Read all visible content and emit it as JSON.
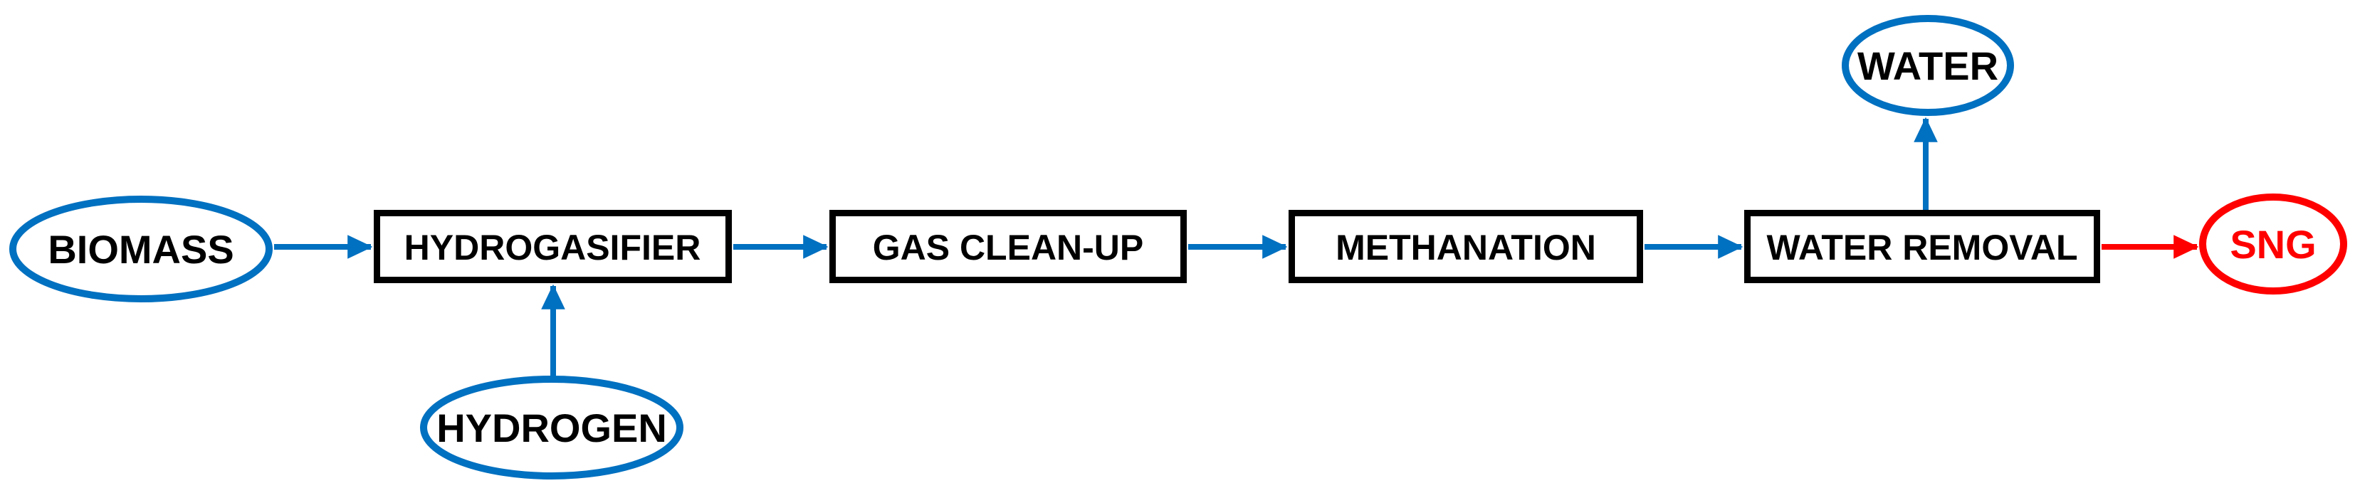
{
  "colors": {
    "flow_blue": "#0070C0",
    "product_red": "#FF0000",
    "node_outline": "#000000",
    "label_text": "#000000",
    "background": "#FFFFFF"
  },
  "diagram": {
    "type": "process-flow",
    "description": "Biomass hydrogasification to synthetic natural gas process flow",
    "nodes": [
      {
        "id": "biomass",
        "label": "BIOMASS",
        "shape": "ellipse",
        "outline_color": "#0070C0",
        "text_color": "#000000",
        "role": "input-stream"
      },
      {
        "id": "hydrogasifier",
        "label": "HYDROGASIFIER",
        "shape": "rectangle",
        "outline_color": "#000000",
        "text_color": "#000000",
        "role": "process-unit"
      },
      {
        "id": "gas_clean_up",
        "label": "GAS CLEAN-UP",
        "shape": "rectangle",
        "outline_color": "#000000",
        "text_color": "#000000",
        "role": "process-unit"
      },
      {
        "id": "methanation",
        "label": "METHANATION",
        "shape": "rectangle",
        "outline_color": "#000000",
        "text_color": "#000000",
        "role": "process-unit"
      },
      {
        "id": "water_removal",
        "label": "WATER REMOVAL",
        "shape": "rectangle",
        "outline_color": "#000000",
        "text_color": "#000000",
        "role": "process-unit"
      },
      {
        "id": "water",
        "label": "WATER",
        "shape": "ellipse",
        "outline_color": "#0070C0",
        "text_color": "#000000",
        "role": "output-stream"
      },
      {
        "id": "hydrogen",
        "label": "HYDROGEN",
        "shape": "ellipse",
        "outline_color": "#0070C0",
        "text_color": "#000000",
        "role": "input-stream"
      },
      {
        "id": "sng",
        "label": "SNG",
        "shape": "ellipse",
        "outline_color": "#FF0000",
        "text_color": "#FF0000",
        "role": "product-stream"
      }
    ],
    "edges": [
      {
        "from": "biomass",
        "to": "hydrogasifier",
        "color": "#0070C0",
        "direction": "right"
      },
      {
        "from": "hydrogen",
        "to": "hydrogasifier",
        "color": "#0070C0",
        "direction": "up"
      },
      {
        "from": "hydrogasifier",
        "to": "gas_clean_up",
        "color": "#0070C0",
        "direction": "right"
      },
      {
        "from": "gas_clean_up",
        "to": "methanation",
        "color": "#0070C0",
        "direction": "right"
      },
      {
        "from": "methanation",
        "to": "water_removal",
        "color": "#0070C0",
        "direction": "right"
      },
      {
        "from": "water_removal",
        "to": "water",
        "color": "#0070C0",
        "direction": "up"
      },
      {
        "from": "water_removal",
        "to": "sng",
        "color": "#FF0000",
        "direction": "right"
      }
    ]
  }
}
